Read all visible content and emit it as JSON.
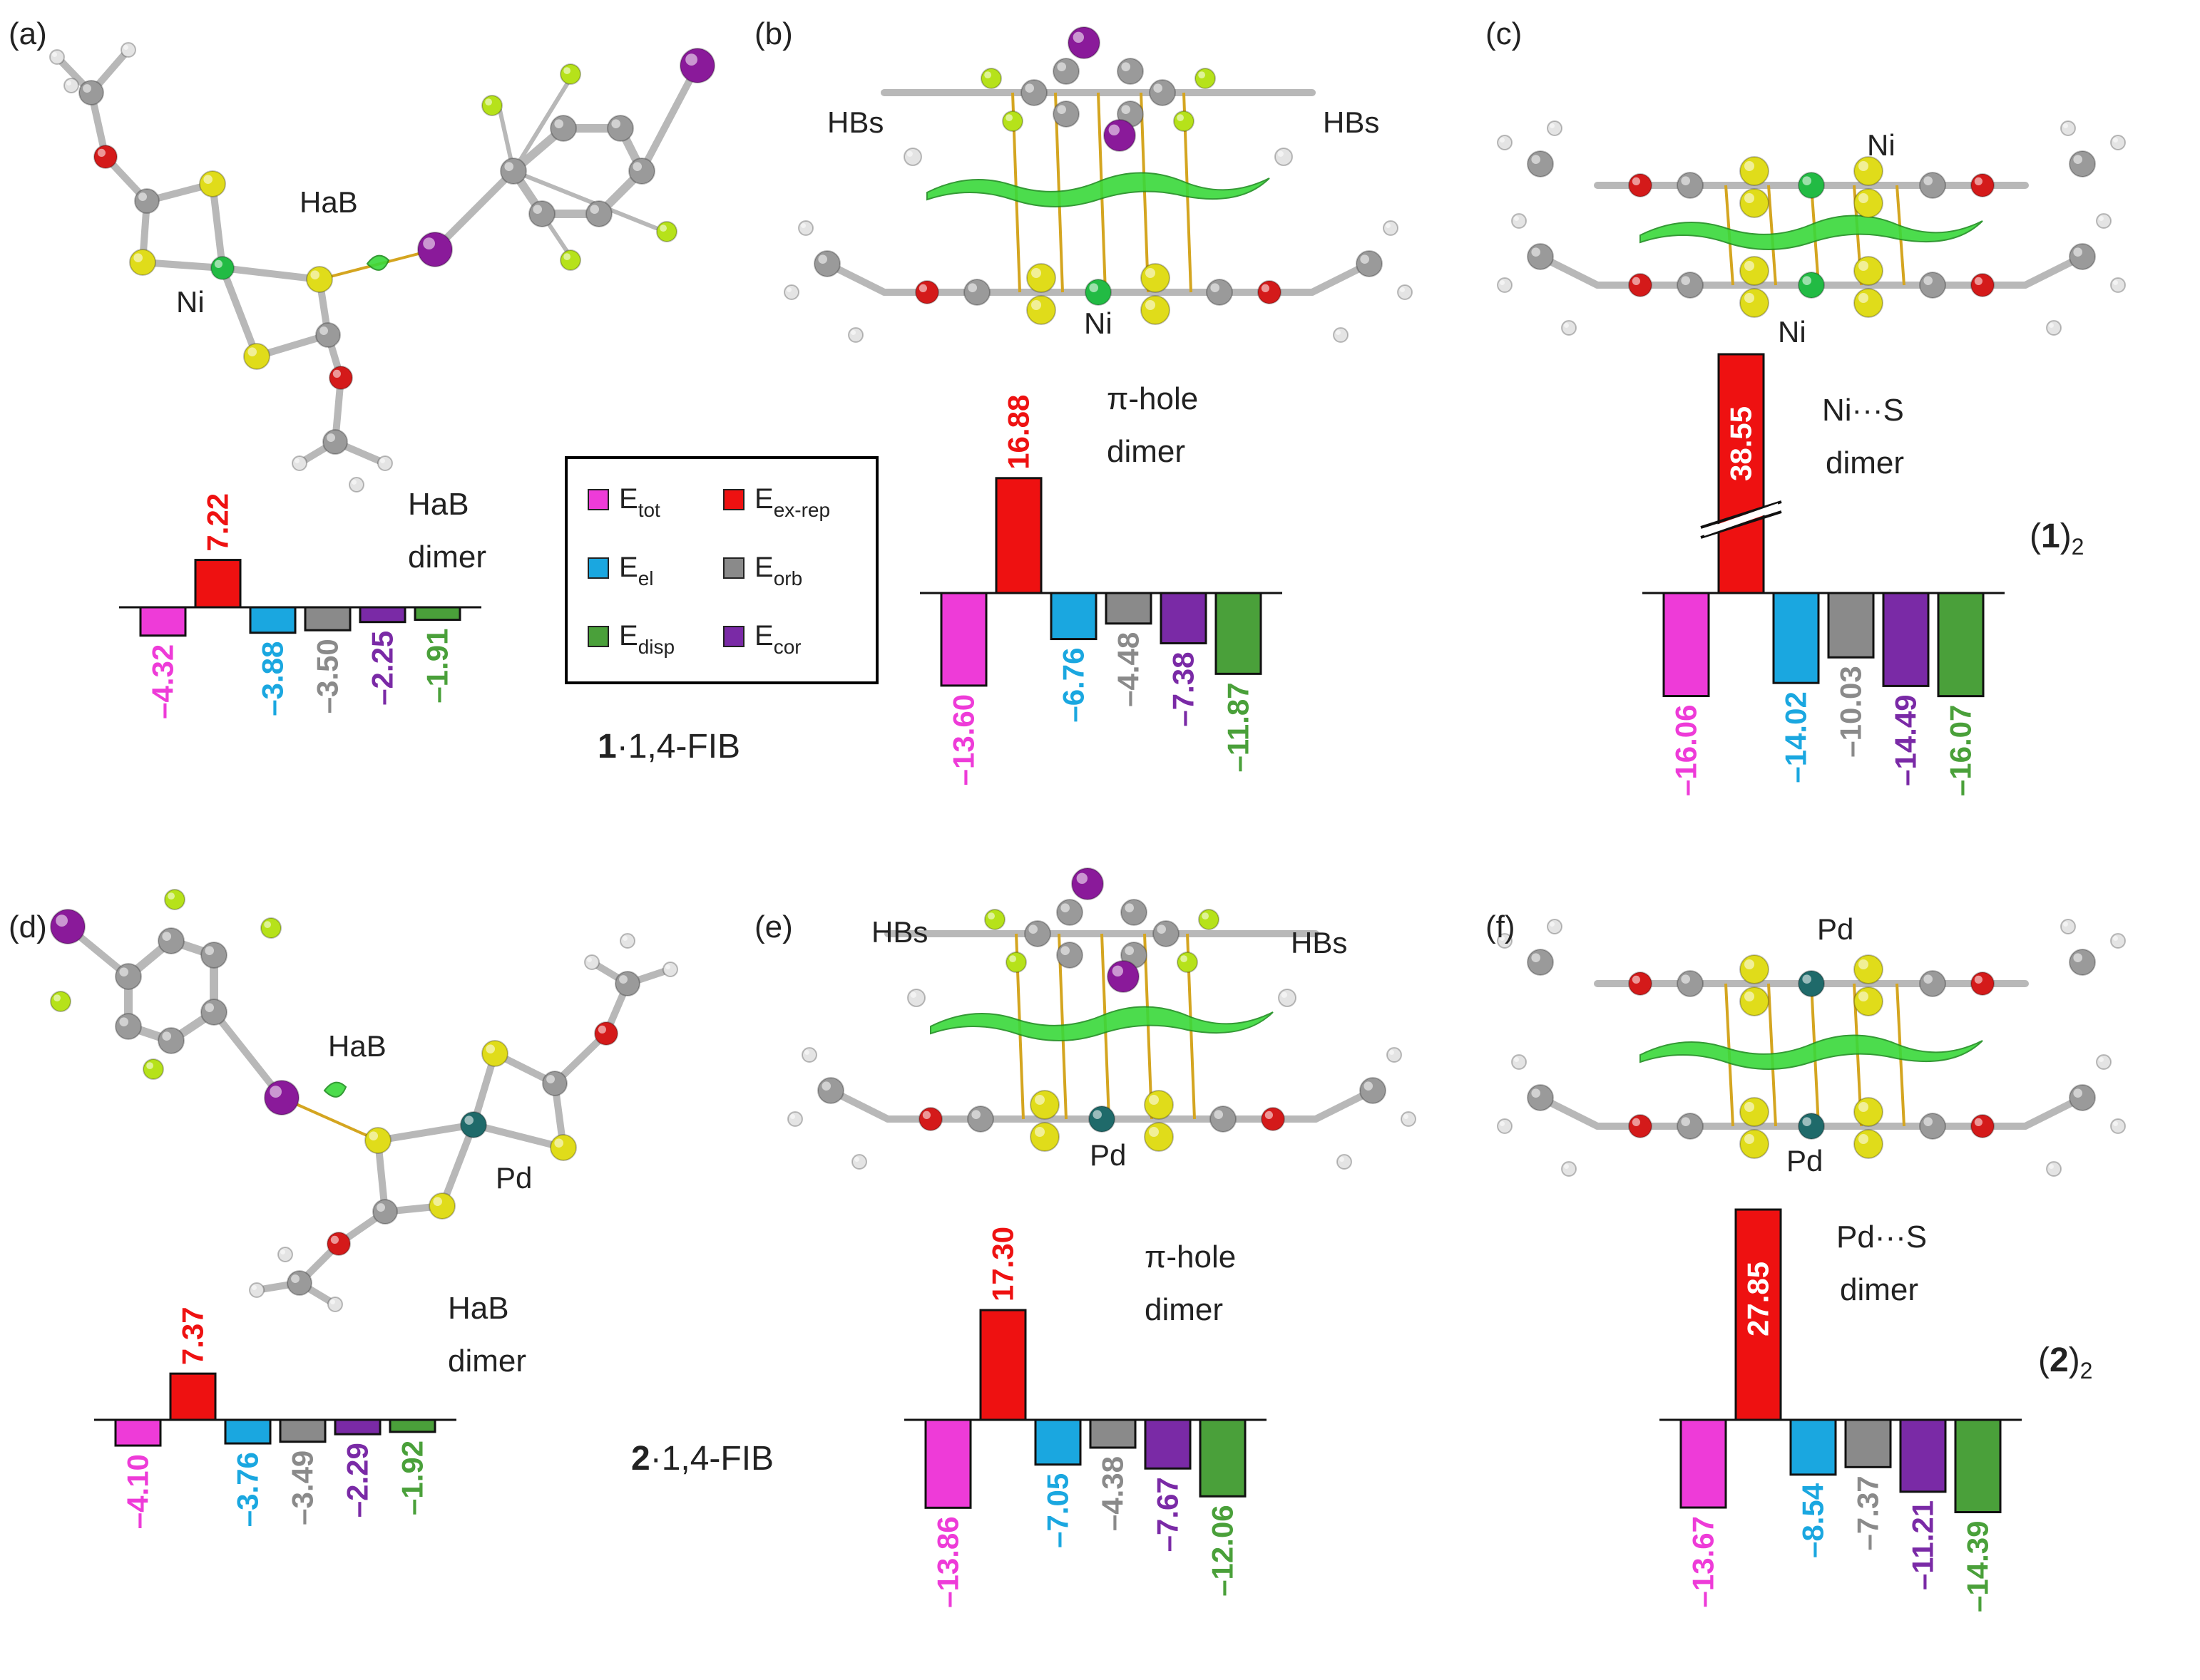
{
  "colors": {
    "tot": "#ee3bd8",
    "ex_rep": "#ee1111",
    "el": "#1aa7e0",
    "orb": "#8a8a8a",
    "cor": "#7a2aa6",
    "disp": "#4aa03a",
    "C": "#9a9a9a",
    "H": "#e4e4e4",
    "S": "#e0dc1a",
    "O": "#d41a1a",
    "F": "#b6e21a",
    "I": "#8a1a9a",
    "Ni": "#22bb44",
    "Pd": "#1f6a6a",
    "nci_surface": "#39d93a"
  },
  "legend": {
    "items": [
      {
        "key": "tot",
        "main": "E",
        "sub": "tot"
      },
      {
        "key": "ex_rep",
        "main": "E",
        "sub": "ex-rep"
      },
      {
        "key": "el",
        "main": "E",
        "sub": "el"
      },
      {
        "key": "orb",
        "main": "E",
        "sub": "orb"
      },
      {
        "key": "disp",
        "main": "E",
        "sub": "disp"
      },
      {
        "key": "cor",
        "main": "E",
        "sub": "cor"
      }
    ]
  },
  "panels": {
    "a": {
      "label": "(a)",
      "metal": "Ni",
      "site_label": "HaB",
      "dimer_line1": "HaB",
      "dimer_line2": "dimer"
    },
    "b": {
      "label": "(b)",
      "metal": "Ni",
      "hb_left": "HBs",
      "hb_right": "HBs",
      "dimer_line1": "π-hole",
      "dimer_line2": "dimer"
    },
    "c": {
      "label": "(c)",
      "metal_top": "Ni",
      "metal_bottom": "Ni",
      "dimer_line1": "Ni···S",
      "dimer_line2": "dimer"
    },
    "d": {
      "label": "(d)",
      "metal": "Pd",
      "site_label": "HaB",
      "dimer_line1": "HaB",
      "dimer_line2": "dimer"
    },
    "e": {
      "label": "(e)",
      "metal": "Pd",
      "hb_left": "HBs",
      "hb_right": "HBs",
      "dimer_line1": "π-hole",
      "dimer_line2": "dimer"
    },
    "f": {
      "label": "(f)",
      "metal_top": "Pd",
      "metal_bottom": "Pd",
      "dimer_line1": "Pd···S",
      "dimer_line2": "dimer"
    }
  },
  "compounds": {
    "row1": {
      "bold": "1",
      "rest": "·1,4-FIB"
    },
    "row2": {
      "bold": "2",
      "rest": "·1,4-FIB"
    },
    "c": {
      "open": "(",
      "bold": "1",
      "close": ")",
      "sub": "2"
    },
    "f": {
      "open": "(",
      "bold": "2",
      "close": ")",
      "sub": "2"
    }
  },
  "chart_data": [
    {
      "panel": "a",
      "type": "bar",
      "categories": [
        "tot",
        "ex_rep",
        "el",
        "orb",
        "cor",
        "disp"
      ],
      "labels": [
        "–4.32",
        "7.22",
        "–3.88",
        "–3.50",
        "–2.25",
        "–1.91"
      ],
      "values": [
        -4.32,
        7.22,
        -3.88,
        -3.5,
        -2.25,
        -1.91
      ],
      "axis_break": false
    },
    {
      "panel": "b",
      "type": "bar",
      "categories": [
        "tot",
        "ex_rep",
        "el",
        "orb",
        "cor",
        "disp"
      ],
      "labels": [
        "–13.60",
        "16.88",
        "–6.76",
        "–4.48",
        "–7.38",
        "–11.87"
      ],
      "values": [
        -13.6,
        16.88,
        -6.76,
        -4.48,
        -7.38,
        -11.87
      ],
      "axis_break": false
    },
    {
      "panel": "c",
      "type": "bar",
      "categories": [
        "tot",
        "ex_rep",
        "el",
        "orb",
        "cor",
        "disp"
      ],
      "labels": [
        "–16.06",
        "38.55",
        "–14.02",
        "–10.03",
        "–14.49",
        "–16.07"
      ],
      "values": [
        -16.06,
        38.55,
        -14.02,
        -10.03,
        -14.49,
        -16.07
      ],
      "axis_break": true
    },
    {
      "panel": "d",
      "type": "bar",
      "categories": [
        "tot",
        "ex_rep",
        "el",
        "orb",
        "cor",
        "disp"
      ],
      "labels": [
        "–4.10",
        "7.37",
        "–3.76",
        "–3.49",
        "–2.29",
        "–1.92"
      ],
      "values": [
        -4.1,
        7.37,
        -3.76,
        -3.49,
        -2.29,
        -1.92
      ],
      "axis_break": false
    },
    {
      "panel": "e",
      "type": "bar",
      "categories": [
        "tot",
        "ex_rep",
        "el",
        "orb",
        "cor",
        "disp"
      ],
      "labels": [
        "–13.86",
        "17.30",
        "–7.05",
        "–4.38",
        "–7.67",
        "–12.06"
      ],
      "values": [
        -13.86,
        17.3,
        -7.05,
        -4.38,
        -7.67,
        -12.06
      ],
      "axis_break": false
    },
    {
      "panel": "f",
      "type": "bar",
      "categories": [
        "tot",
        "ex_rep",
        "el",
        "orb",
        "cor",
        "disp"
      ],
      "labels": [
        "–13.67",
        "27.85",
        "–8.54",
        "–7.37",
        "–11.21",
        "–14.39"
      ],
      "values": [
        -13.67,
        27.85,
        -8.54,
        -7.37,
        -11.21,
        -14.39
      ],
      "axis_break": true
    }
  ]
}
